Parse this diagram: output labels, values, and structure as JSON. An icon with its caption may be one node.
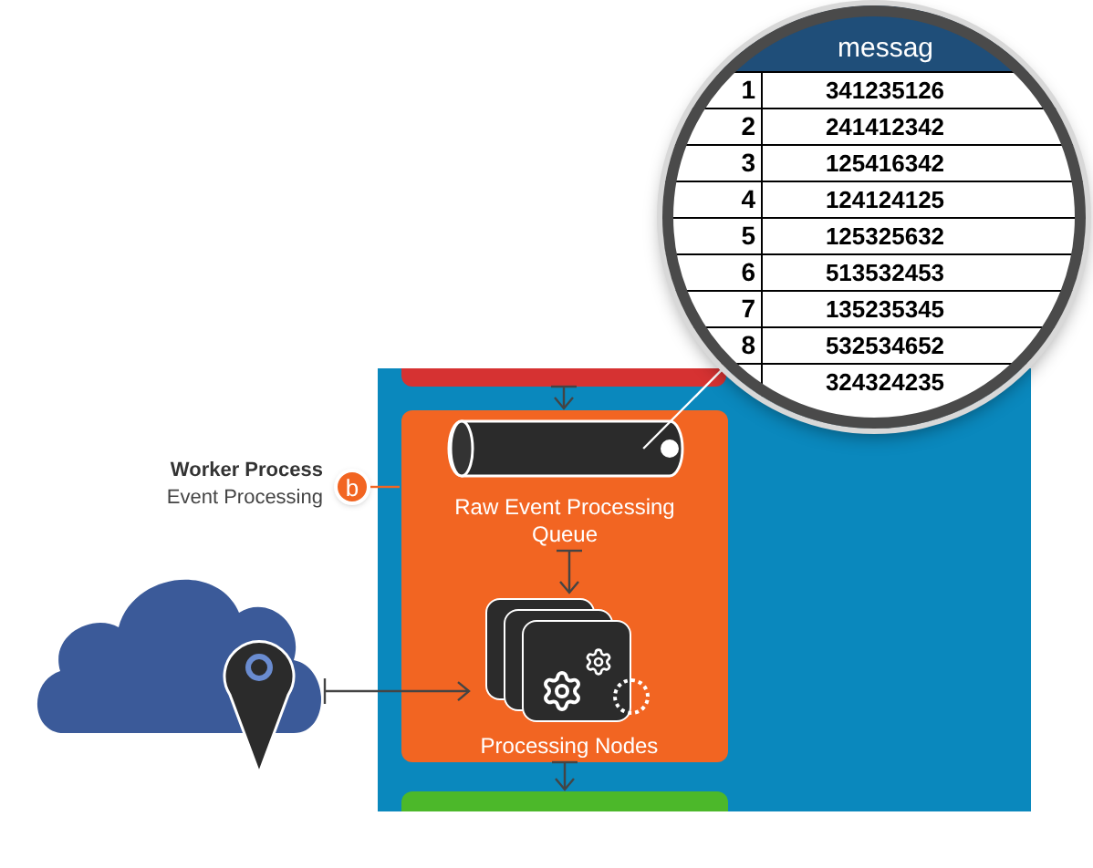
{
  "diagram": {
    "nodes": [
      {
        "text": [],
        "shape": "box"
      },
      {
        "text": [],
        "shape": "bar",
        "in": 0
      },
      {
        "text": [],
        "shape": "box",
        "in": 0
      },
      {
        "text": [
          "b"
        ],
        "beside": [
          "Worker Process",
          "Event Processing"
        ]
      },
      {
        "text": [
          "Raw Event Processing Queue"
        ],
        "in": 2
      },
      {
        "text": [
          "Processing Nodes"
        ],
        "in": 2
      },
      {
        "text": [],
        "shape": "bar",
        "in": 0
      },
      {
        "text": [],
        "shape": "cloud"
      },
      {
        "text": [],
        "shape": "circle"
      }
    ],
    "edges": [
      {
        "from": 1,
        "to": 2,
        "arrow": "to"
      },
      {
        "from": 4,
        "to": 5,
        "arrow": "to"
      },
      {
        "from": 2,
        "to": 6,
        "arrow": "to"
      },
      {
        "from": 7,
        "to": 5,
        "arrow": "to"
      },
      {
        "from": 3,
        "to": 2,
        "arrow": "none",
        "color": "#f26522"
      },
      {
        "from": 4,
        "to": 8,
        "arrow": "none",
        "color": "#ffffff"
      }
    ],
    "labels": [
      "messag",
      "1",
      "341235126",
      "2",
      "241412342",
      "3",
      "125416342",
      "4",
      "124124125",
      "5",
      "125325632",
      "6",
      "513532453",
      "7",
      "135235345",
      "8",
      "532534652",
      "324324235"
    ]
  }
}
